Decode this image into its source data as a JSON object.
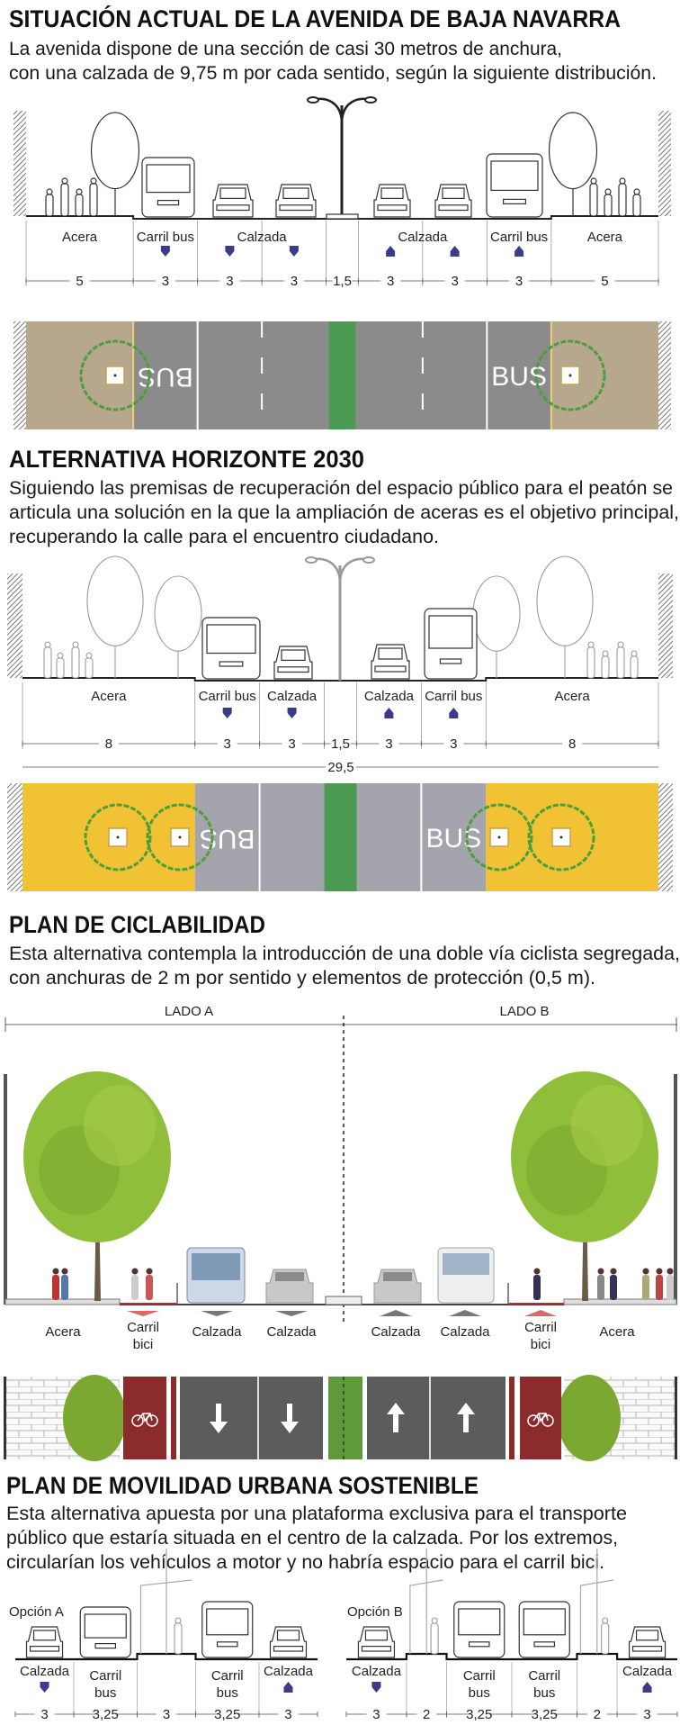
{
  "sections": [
    {
      "title": "SITUACIÓN ACTUAL DE LA AVENIDA DE BAJA NAVARRA",
      "subtitle_lines": [
        "La avenida dispone de una sección de casi 30 metros de anchura,",
        "con una calzada de 9,75 m por cada sentido, según la siguiente distribución."
      ],
      "segments": [
        {
          "dim": "5",
          "arrow": null
        },
        {
          "dim": "3",
          "arrow": "down"
        },
        {
          "dim": "3",
          "arrow": "down"
        },
        {
          "dim": "3",
          "arrow": "down"
        },
        {
          "dim": "1,5",
          "arrow": null
        },
        {
          "dim": "3",
          "arrow": "up"
        },
        {
          "dim": "3",
          "arrow": "up"
        },
        {
          "dim": "3",
          "arrow": "up"
        },
        {
          "dim": "5",
          "arrow": null
        }
      ],
      "labels": [
        {
          "text": "Acera",
          "from": 0,
          "to": 0
        },
        {
          "text": "Carril bus",
          "from": 1,
          "to": 1
        },
        {
          "text": "Calzada",
          "from": 2,
          "to": 3
        },
        {
          "text": "Calzada",
          "from": 5,
          "to": 6
        },
        {
          "text": "Carril bus",
          "from": 7,
          "to": 7
        },
        {
          "text": "Acera",
          "from": 8,
          "to": 8
        }
      ],
      "plan_marking": "BUS"
    },
    {
      "title": "ALTERNATIVA HORIZONTE 2030",
      "subtitle_lines": [
        "Siguiendo las premisas de recuperación del espacio público para el peatón se",
        "articula una solución en la que la ampliación de aceras es el objetivo principal,",
        "recuperando la calle para el encuentro ciudadano."
      ],
      "segments": [
        {
          "dim": "8",
          "arrow": null
        },
        {
          "dim": "3",
          "arrow": "down"
        },
        {
          "dim": "3",
          "arrow": "down"
        },
        {
          "dim": "1,5",
          "arrow": null
        },
        {
          "dim": "3",
          "arrow": "up"
        },
        {
          "dim": "3",
          "arrow": "up"
        },
        {
          "dim": "8",
          "arrow": null
        }
      ],
      "labels": [
        {
          "text": "Acera",
          "from": 0,
          "to": 0
        },
        {
          "text": "Carril bus",
          "from": 1,
          "to": 1
        },
        {
          "text": "Calzada",
          "from": 2,
          "to": 2
        },
        {
          "text": "Calzada",
          "from": 4,
          "to": 4
        },
        {
          "text": "Carril bus",
          "from": 5,
          "to": 5
        },
        {
          "text": "Acera",
          "from": 6,
          "to": 6
        }
      ],
      "total": "29,5",
      "plan_marking": "BUS"
    },
    {
      "title": "PLAN DE CICLABILIDAD",
      "subtitle_lines": [
        "Esta alternativa contempla la introducción de una doble vía ciclista segregada,",
        "con anchuras de 2 m por sentido y elementos de protección (0,5 m)."
      ],
      "side_a": "LADO A",
      "side_b": "LADO B",
      "labels": [
        {
          "lines": [
            "Acera"
          ],
          "marker": null
        },
        {
          "lines": [
            "Carril",
            "bici"
          ],
          "marker": "red-down"
        },
        {
          "lines": [
            "Calzada"
          ],
          "marker": "gray-down"
        },
        {
          "lines": [
            "Calzada"
          ],
          "marker": "gray-down"
        },
        {
          "lines": [
            "Calzada"
          ],
          "marker": "gray-up"
        },
        {
          "lines": [
            "Calzada"
          ],
          "marker": "gray-up"
        },
        {
          "lines": [
            "Carril",
            "bici"
          ],
          "marker": "red-up"
        },
        {
          "lines": [
            "Acera"
          ],
          "marker": null
        }
      ]
    },
    {
      "title": "PLAN DE MOVILIDAD URBANA SOSTENIBLE",
      "subtitle_lines": [
        "Esta alternativa apuesta por una plataforma exclusiva para el transporte",
        "público que estaría situada en el centro de la calzada. Por los extremos,",
        "circularían los vehículos a motor y no habría espacio para el carril bici."
      ],
      "options": [
        {
          "name": "Opción A",
          "segments": [
            {
              "dim": "3",
              "lines": [
                "Calzada"
              ],
              "arrow": "down"
            },
            {
              "dim": "3,25",
              "lines": [
                "Carril",
                "bus"
              ],
              "arrow": null
            },
            {
              "dim": "3",
              "lines": [],
              "arrow": null
            },
            {
              "dim": "3,25",
              "lines": [
                "Carril",
                "bus"
              ],
              "arrow": null
            },
            {
              "dim": "3",
              "lines": [
                "Calzada"
              ],
              "arrow": "up"
            }
          ]
        },
        {
          "name": "Opción B",
          "segments": [
            {
              "dim": "3",
              "lines": [
                "Calzada"
              ],
              "arrow": "down"
            },
            {
              "dim": "2",
              "lines": [],
              "arrow": null
            },
            {
              "dim": "3,25",
              "lines": [
                "Carril",
                "bus"
              ],
              "arrow": null
            },
            {
              "dim": "3,25",
              "lines": [
                "Carril",
                "bus"
              ],
              "arrow": null
            },
            {
              "dim": "2",
              "lines": [],
              "arrow": null
            },
            {
              "dim": "3",
              "lines": [
                "Calzada"
              ],
              "arrow": "up"
            }
          ]
        }
      ]
    }
  ],
  "colors": {
    "arrow": "#3b3b8c",
    "plan1_sidewalk": "#b7a78c",
    "plan1_road": "#8b8b8b",
    "median_green": "#4c9a52",
    "plan2_sidewalk": "#f1c233",
    "plan2_road": "#a4a4ac",
    "bike_lane": "#8c2b2b",
    "plan3_road": "#5c5c5c",
    "tree_green": "#8fbf3a"
  }
}
